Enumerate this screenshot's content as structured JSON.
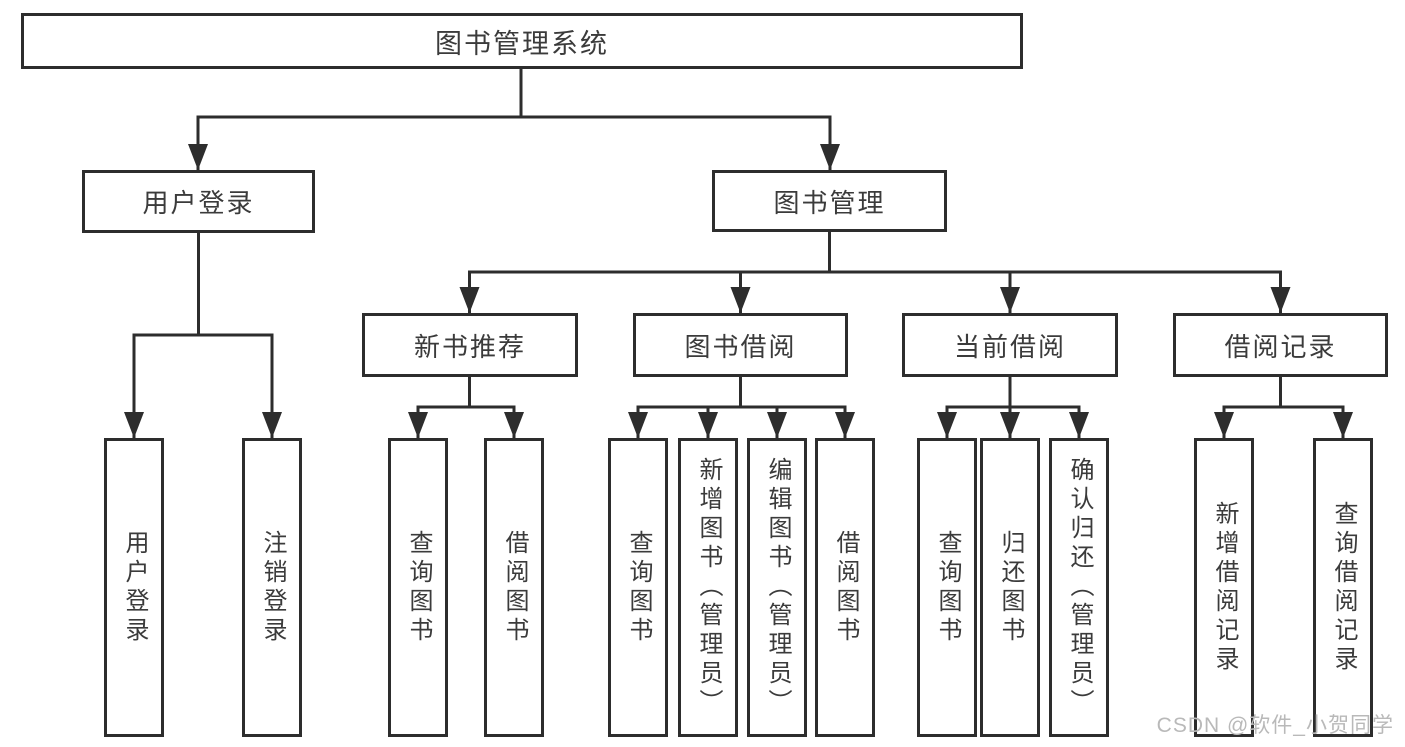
{
  "page": {
    "background": "#ffffff"
  },
  "colors": {
    "line": "#2d2d2d",
    "text": "#3b3b3b",
    "watermark": "#b9b9b9"
  },
  "diagram": {
    "root": {
      "label": "图书管理系统"
    },
    "level2": [
      {
        "label": "用户登录"
      },
      {
        "label": "图书管理"
      }
    ],
    "level3": [
      {
        "label": "新书推荐"
      },
      {
        "label": "图书借阅"
      },
      {
        "label": "当前借阅"
      },
      {
        "label": "借阅记录"
      }
    ],
    "leaves": {
      "user_login": [
        "用户登录",
        "注销登录"
      ],
      "new_book_recommend": [
        "查询图书",
        "借阅图书"
      ],
      "book_borrowing": [
        "查询图书",
        "新增图书（管理员）",
        "编辑图书（管理员）",
        "借阅图书"
      ],
      "current_borrowing": [
        "查询图书",
        "归还图书",
        "确认归还（管理员）"
      ],
      "borrowing_records": [
        "新增借阅记录",
        "查询借阅记录"
      ]
    }
  },
  "watermark": {
    "text": "CSDN @软件_小贺同学"
  }
}
